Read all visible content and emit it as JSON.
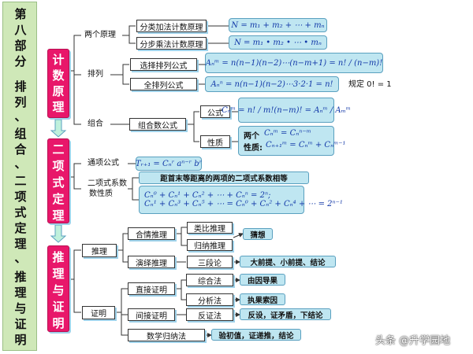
{
  "chapter_title": [
    "第",
    "八",
    "部",
    "分",
    "",
    "排",
    "列",
    "、",
    "组",
    "合",
    "、",
    "二",
    "项",
    "式",
    "定",
    "理",
    "、",
    "推",
    "理",
    "与",
    "证",
    "明"
  ],
  "sections": {
    "s1": [
      "计",
      "数",
      "原",
      "理"
    ],
    "s2": [
      "二",
      "项",
      "式",
      "定",
      "理"
    ],
    "s3": [
      "推",
      "理",
      "与",
      "证",
      "明"
    ]
  },
  "nodes": {
    "two_principles": "两个原理",
    "add_principle": "分类加法计数原理",
    "mul_principle": "分步乘法计数原理",
    "permutation": "排列",
    "select_perm": "选择排列公式",
    "full_perm": "全排列公式",
    "combination": "组合",
    "comb_formula": "组合数公式",
    "formula": "公式",
    "properties": "性质",
    "general_term": "通项公式",
    "binom_coef": "二项式系数",
    "binom_coef2": "数性质",
    "reasoning": "推理",
    "plausible": "合情推理",
    "analogy": "类比推理",
    "induction": "归纳推理",
    "deductive": "演绎推理",
    "syllogism": "三段论",
    "proof": "证明",
    "direct_proof": "直接证明",
    "synthesis": "综合法",
    "analysis": "分析法",
    "indirect_proof": "间接证明",
    "contradiction": "反证法",
    "math_induction": "数学归纳法"
  },
  "formulas": {
    "add": "N = m₁ + m₂ + ⋯ + mₙ",
    "mul": "N = m₁ • m₂ • ⋯ • mₙ",
    "select_perm": "Aₙᵐ = n(n−1)(n−2)⋯(n−m+1) = n! / (n−m)!",
    "full_perm": "Aₙⁿ = n(n−1)(n−2)⋯3·2·1 = n!",
    "convention": "规定 0! = 1",
    "comb": "Cₙᵐ = n! / m!(n−m)! = Aₙᵐ / Aₘᵐ",
    "prop_title": "两个",
    "prop_title2": "性质:",
    "prop1": "Cₙᵐ = Cₙⁿ⁻ᵐ",
    "prop2": "Cₙ₊₁ᵐ = Cₙᵐ + Cₙᵐ⁻¹",
    "general_term": "Tᵣ₊₁ = Cₙʳ aⁿ⁻ʳ bʳ",
    "equidistant": "距首末等距离的两项的二项式系数相等",
    "sum1": "Cₙ⁰ + Cₙ¹ + Cₙ² + ⋯ + Cₙⁿ = 2ⁿ;",
    "sum2": "Cₙ¹ + Cₙ³ + Cₙ⁵ + ⋯ = Cₙ⁰ + Cₙ² + Cₙ⁴ + ⋯ = 2ⁿ⁻¹"
  },
  "notes": {
    "guess": "猜想",
    "syllogism_desc": "大前提、小前提、结论",
    "synthesis_desc": "由因导果",
    "analysis_desc": "执果索因",
    "contradiction_desc": "反设，证矛盾，下结论",
    "induction_desc": "验初值，证递推，结论"
  },
  "watermark": "头条 @升学园地",
  "colors": {
    "section_bg": "#e8176a",
    "title_bg": "#cfe8b8",
    "formula_bg": "#bfe6f1",
    "formula_text": "#1238a8",
    "arrow": "#8fe0c0"
  }
}
